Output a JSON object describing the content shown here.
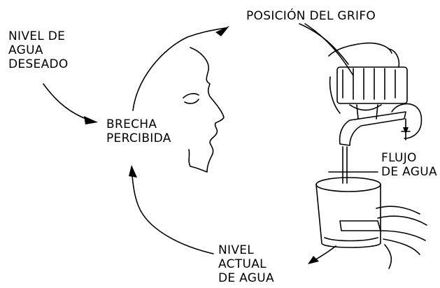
{
  "labels": {
    "nivel_deseado": [
      "NIVEL DE",
      "AGUA",
      "DESEADO"
    ],
    "brecha": [
      "BRECHA",
      "PERCIBIDA"
    ],
    "posicion_grifo": [
      "POSICIÓN DEL GRIFO"
    ],
    "flujo": [
      "FLUJO",
      "DE AGUA"
    ],
    "nivel_actual": [
      "NIVEL",
      "ACTUAL",
      "DE AGUA"
    ]
  },
  "colors": {
    "ink": "#000000",
    "background": "#ffffff"
  },
  "icons": [
    "head-profile-icon",
    "hand-icon",
    "faucet-icon",
    "bucket-icon",
    "arrowhead-icon"
  ]
}
